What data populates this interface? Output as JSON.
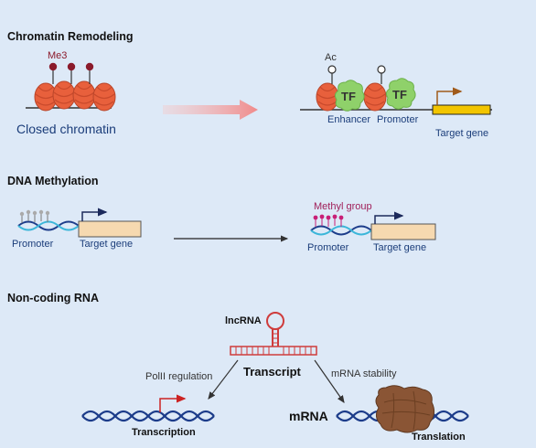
{
  "sections": {
    "chromatin": {
      "title": "Chromatin Remodeling",
      "me3": "Me3",
      "closed": "Closed chromatin",
      "ac": "Ac",
      "tf": "TF",
      "enhancer": "Enhancer",
      "promoter": "Promoter",
      "target_gene": "Target gene"
    },
    "methylation": {
      "title": "DNA Methylation",
      "promoter": "Promoter",
      "target_gene": "Target gene",
      "methyl_group": "Methyl group"
    },
    "ncrna": {
      "title": "Non-coding RNA",
      "lncrna": "lncRNA",
      "transcript": "Transcript",
      "polii": "PolII regulation",
      "mrna_stability": "mRNA stability",
      "transcription": "Transcription",
      "mrna": "mRNA",
      "translation": "Translation"
    }
  },
  "colors": {
    "background": "#dde9f7",
    "nucleosome": "#e8603c",
    "tf": "#8fd16a",
    "gene_yellow": "#f2c500",
    "gene_beige": "#f6d9b0",
    "dna_dark": "#1c3c8a",
    "dna_light": "#3bb6d9",
    "methyl": "#c81f77",
    "rna_red": "#cf3c3c",
    "ribosome": "#8a5535"
  },
  "icons": [
    "nucleosome-icon",
    "transcription-factor-icon",
    "dna-helix-icon",
    "ribosome-icon",
    "stem-loop-icon",
    "transcription-start-arrow-icon"
  ]
}
